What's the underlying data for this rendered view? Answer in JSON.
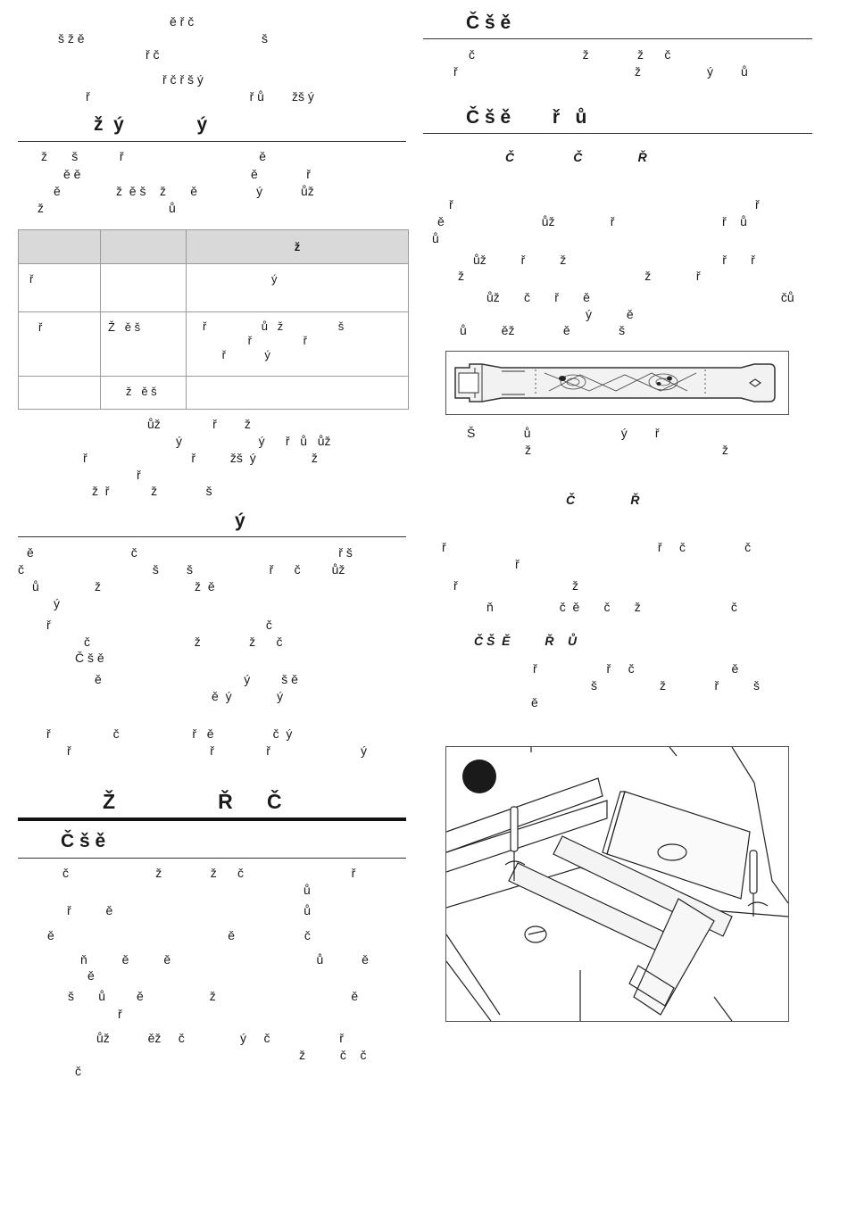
{
  "left": {
    "intro": [
      "ě ř č",
      "š ž ě                                                   š",
      "ř č",
      "ř č ř š ý",
      "ř                                              ř ů        žš ý"
    ],
    "h_a": "ž  ý              ý",
    "p_a": [
      "ž       š            ř                                       ě",
      "ě ě                                                 ě              ř",
      "ě                ž  ě š    ž       ě                 ý           ůž",
      "ž                                    ů"
    ],
    "table": {
      "headers": [
        "",
        "",
        "ž"
      ],
      "rows": [
        [
          "ř",
          "",
          "ý"
        ],
        [
          "ř",
          "Ž   ě š",
          "ř                 ů   ž                 š\n              ř                ř\n      ř            ý"
        ],
        [
          "",
          "ž   ě š",
          ""
        ]
      ]
    },
    "p_b": [
      "ůž               ř        ž",
      "ý                      ý      ř   ů   ůž",
      "ř                              ř          žš  ý                ž",
      "ř",
      "ž  ř            ž              š"
    ],
    "h_b": "ý",
    "p_c": [
      "ě                            č                                                          ř š",
      "č                                     š        š                      ř      č         ůž",
      "ů                ž                           ž  ě",
      "ý",
      "ř                                                              č",
      "č                              ž              ž      č",
      "Č š ě",
      "ě                                         ý         š ě",
      "ě  ý             ý",
      "ř                  č                     ř   ě                 č  ý",
      "ř                                        ř               ř                          ý"
    ],
    "h_main": "Ž                  Ř      Č",
    "h_c": "Č š ě",
    "p_d": [
      "č                         ž              ž      č                               ř",
      "ů",
      "ř          ě                                                       ů",
      "ě                                                  ě                    č",
      "ň          ě          ě                                          ů           ě",
      "ě",
      "š       ů         ě                   ž                                       ě",
      "ř",
      "ůž           ěž     č                ý     č                    ř",
      "ž          č    č",
      "č"
    ]
  },
  "right": {
    "h_a": "Č š ě",
    "p_a": [
      "č                               ž              ž      č",
      "ř                                                   ž                   ý        ů"
    ],
    "h_b": "Č š ě        ř   ů",
    "sub_a": "Č                 Č                Ř",
    "p_b": [
      "ř                                                                                       ř",
      "ě                            ůž                ř                               ř    ů",
      "ů",
      "ůž          ř          ž                                             ř       ř",
      "ž                                                    ž             ř",
      "ůž       č       ř       ě                                                       čů",
      "ý          ě",
      "ů          ěž              ě              š"
    ],
    "p_c": [
      "Š              ů                          ý        ř",
      "ž                                                       ž"
    ],
    "sub_b": "Č                Ř",
    "p_d": [
      "ř                                                             ř     č                 č",
      "ř",
      "ř                                 ž",
      "ň                   č  ě       č       ž                          č"
    ],
    "sub_c": "Č Š  Ě          Ř    Ů",
    "p_e": [
      "ř                    ř     č                            ě",
      "š                  ž              ř          š",
      "ě"
    ]
  },
  "figures": {
    "fig1": "burner-tube-spider-web",
    "fig2": "burner-removal-screwdriver",
    "step_number": ""
  }
}
